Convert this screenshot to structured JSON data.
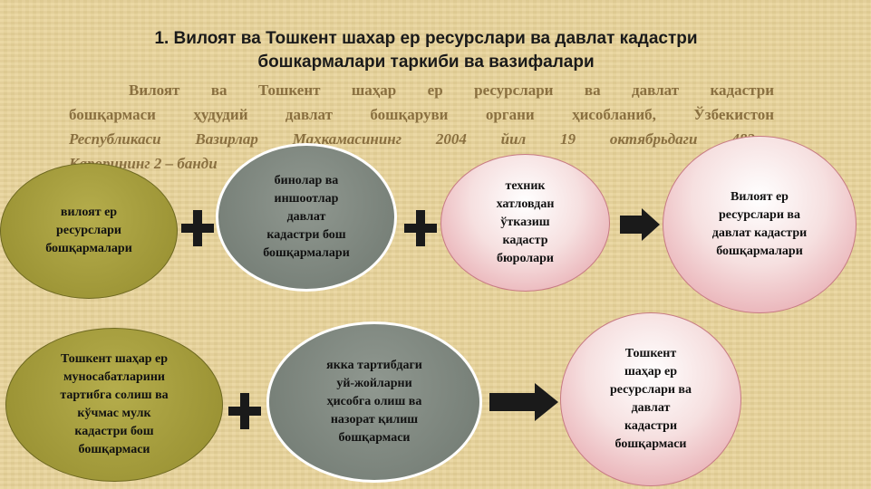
{
  "title": "1. Вилоят ва Тошкент шахар ер ресурслари ва давлат кадастри\nбошкармалари таркиби ва вазифалари",
  "paragraph": {
    "line1": "Вилоят ва Тошкент шаҳар ер ресурслари ва давлат кадастри",
    "line2": "бошқармаси ҳудудий давлат бошқаруви органи ҳисобланиб, Ўзбекистон",
    "line3": "Республикаси Вазирлар Махкамасининг 2004 йил 19 октябрьдаги 483-со",
    "line4": "Карорининг 2 – банди"
  },
  "nodes": {
    "viloyat_er": "вилоят ер\nресурслари\nбошқармалари",
    "binolar": "бинолар ва\nиншоотлар\nдавлат\nкадастри бош\nбошқармалари",
    "texnik": "техник\nхатловдан\nўтказиш\nкадастр\nбюролари",
    "result_viloyat": "Вилоят  ер\nресурслари ва\nдавлат кадастри\nбошқармалари",
    "toshkent_munosabat": "Тошкент шаҳар ер\nмуносабатларини\nтартибга солиш ва\nкўчмас мулк\nкадастри бош\nбошқармаси",
    "yakka": "якка тартибдаги\nуй-жойларни\nҳисобга олиш ва\nназорат қилиш\nбошқармаси",
    "result_toshkent": "Тошкент\nшаҳар ер\nресурслари ва\nдавлат\nкадастри\nбошқармаси"
  },
  "colors": {
    "olive": "#a39b3c",
    "gray": "#7f8880",
    "pink": "#e39aa2",
    "symbol": "#1a1a1a"
  }
}
